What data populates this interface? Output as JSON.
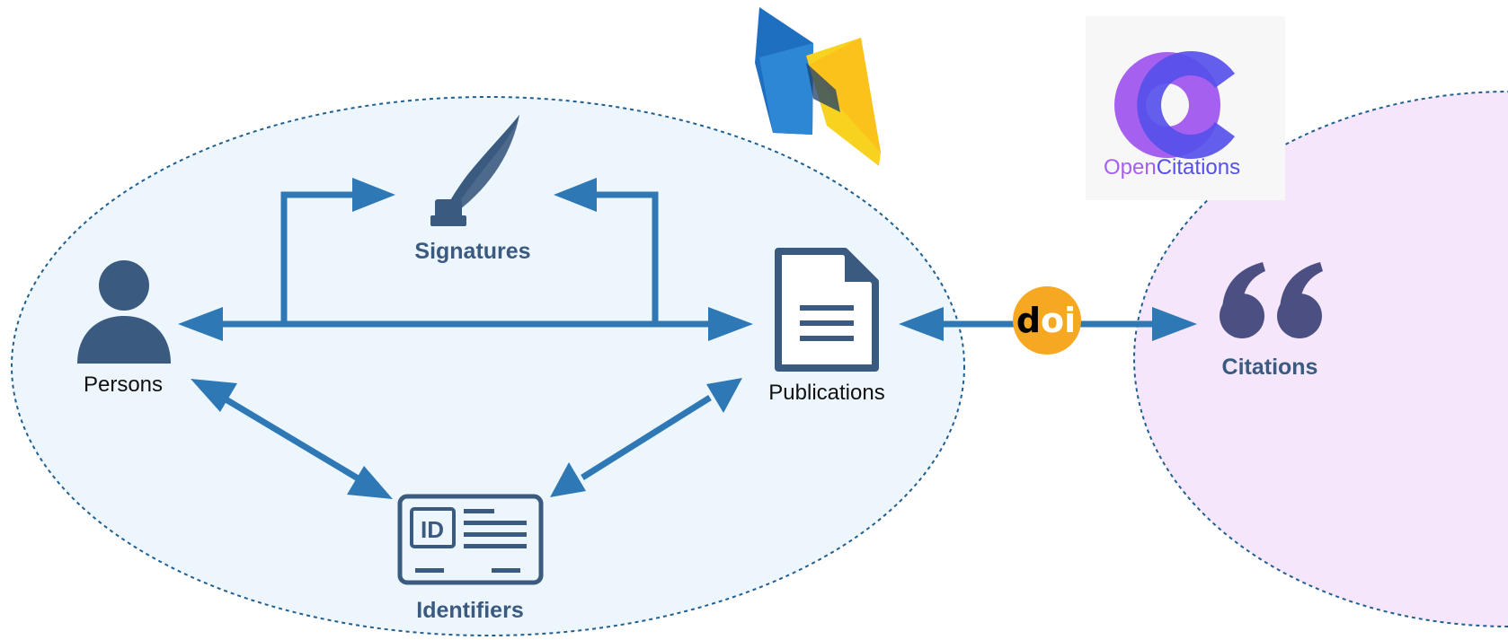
{
  "nodes": {
    "signatures": "Signatures",
    "persons": "Persons",
    "publications": "Publications",
    "identifiers": "Identifiers",
    "citations": "Citations"
  },
  "logos": {
    "opencitations": {
      "part1": "Open",
      "part2": "Citations"
    },
    "doi": {
      "letter_d": "d",
      "letters_oi": "oi"
    },
    "id_card": "ID"
  },
  "colors": {
    "arrow": "#2e78b5",
    "icon": "#3b5a80",
    "citations_icon": "#4b4f82",
    "left_region_fill": "#eef6fd",
    "right_region_fill": "#f6e6fc",
    "region_border": "#1f5f91",
    "doi_orange": "#f7a823",
    "oc_purple": "#a660f0",
    "oc_blue": "#5650ea"
  }
}
